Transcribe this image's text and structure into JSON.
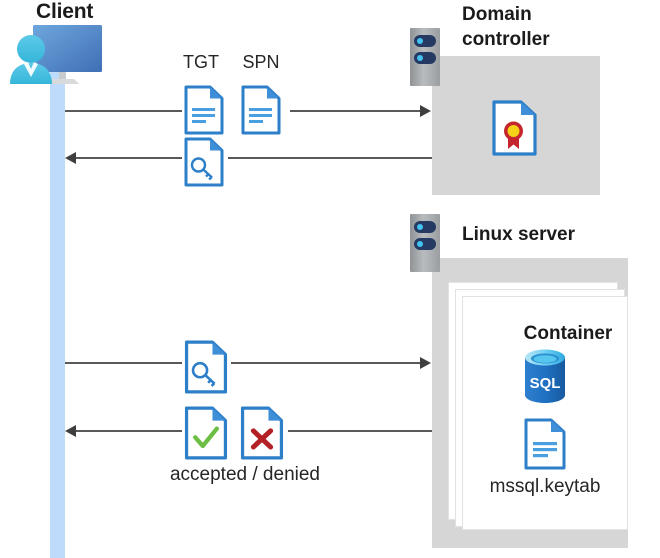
{
  "diagram": {
    "type": "kerberos-authentication-flow",
    "background": "#ffffff",
    "colors": {
      "lifeline": "#bfdbfc",
      "panel_gray": "#d6d6d6",
      "arrow": "#3f3f3f",
      "doc_blue": "#2e7fc9",
      "doc_fold_blue": "#3f8ed8",
      "accent_green": "#6cbe45",
      "accent_red": "#b32025",
      "sql_blue": "#1f6fc0",
      "cert_red": "#c5252c",
      "cert_yellow": "#f5d118",
      "rack_navy": "#243a63",
      "rack_dot": "#45c3f0"
    }
  },
  "actors": {
    "client": {
      "title": "Client",
      "icon": "user-monitor-icon"
    },
    "domain_controller": {
      "title": "Domain\ncontroller",
      "title_line1": "Domain",
      "title_line2": "controller",
      "icon": "server-rack-icon",
      "contents": [
        {
          "name": "certificate-icon",
          "label": ""
        }
      ]
    },
    "linux_server": {
      "title": "Linux server",
      "icon": "server-rack-icon",
      "container": {
        "title": "Container",
        "stack_count": 3,
        "items": [
          {
            "name": "sql-database-icon",
            "label": "SQL"
          },
          {
            "name": "keytab-file-icon",
            "label": "mssql.keytab"
          }
        ]
      }
    }
  },
  "flows": [
    {
      "id": "flow-1",
      "direction": "right",
      "from": "client",
      "to": "domain-controller",
      "labels": [
        "TGT",
        "SPN"
      ],
      "icons": [
        "tgt-document-icon",
        "spn-document-icon"
      ]
    },
    {
      "id": "flow-2",
      "direction": "left",
      "from": "domain-controller",
      "to": "client",
      "labels": [],
      "icons": [
        "service-ticket-key-icon"
      ]
    },
    {
      "id": "flow-3",
      "direction": "right",
      "from": "client",
      "to": "linux-server",
      "labels": [],
      "icons": [
        "service-ticket-key-icon"
      ]
    },
    {
      "id": "flow-4",
      "direction": "left",
      "from": "linux-server",
      "to": "client",
      "labels": [
        "accepted / denied"
      ],
      "icons": [
        "accepted-document-icon",
        "denied-document-icon"
      ]
    }
  ],
  "labels": {
    "tgt": "TGT",
    "spn": "SPN",
    "accepted_denied": "accepted / denied",
    "keytab": "mssql.keytab",
    "container": "Container",
    "client": "Client",
    "dc_line1": "Domain",
    "dc_line2": "controller",
    "linux": "Linux server",
    "sql": "SQL"
  }
}
